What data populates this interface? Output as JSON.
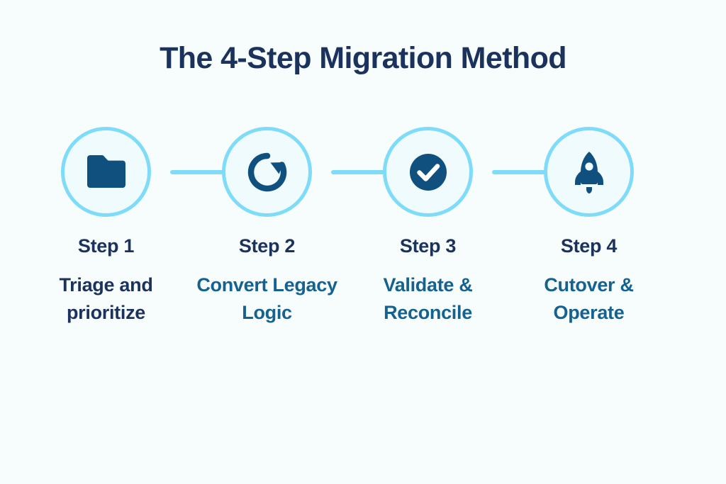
{
  "page": {
    "title": "The 4-Step Migration Method",
    "background_color": "#f7fdfd"
  },
  "colors": {
    "navy": "#1b335c",
    "medium_blue": "#15618f",
    "icon_blue": "#10507f",
    "accent_cyan": "#7fdcf8",
    "circle_fill": "#effbfd",
    "check_white": "#ffffff"
  },
  "steps": [
    {
      "icon": "folder-icon",
      "name": "Step 1",
      "description": "Triage and prioritize",
      "desc_color_key": "navy"
    },
    {
      "icon": "refresh-icon",
      "name": "Step 2",
      "description": "Convert Legacy Logic",
      "desc_color_key": "medium_blue"
    },
    {
      "icon": "check-circle-icon",
      "name": "Step 3",
      "description": "Validate & Reconcile",
      "desc_color_key": "medium_blue"
    },
    {
      "icon": "rocket-icon",
      "name": "Step 4",
      "description": "Cutover & Operate",
      "desc_color_key": "medium_blue"
    }
  ]
}
